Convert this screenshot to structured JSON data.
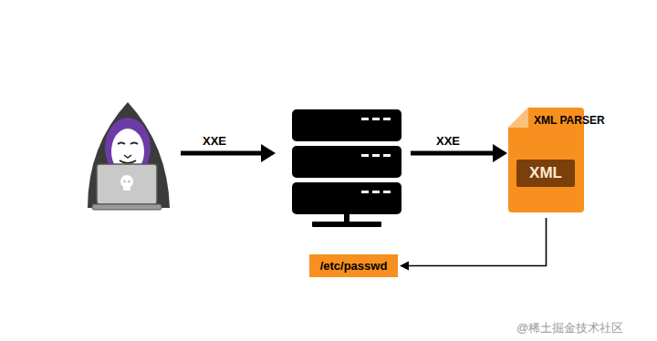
{
  "diagram": {
    "nodes": [
      {
        "text": [
          "XML PARSER"
        ]
      },
      {
        "text": [
          "XML"
        ],
        "in": 0
      },
      {
        "text": [
          "/etc/passwd"
        ]
      }
    ],
    "edges": [
      {
        "from": 0,
        "to": 2,
        "arrow": "to"
      }
    ],
    "labels": [
      "XXE",
      "XXE",
      "@稀土掘金技术社区"
    ]
  }
}
